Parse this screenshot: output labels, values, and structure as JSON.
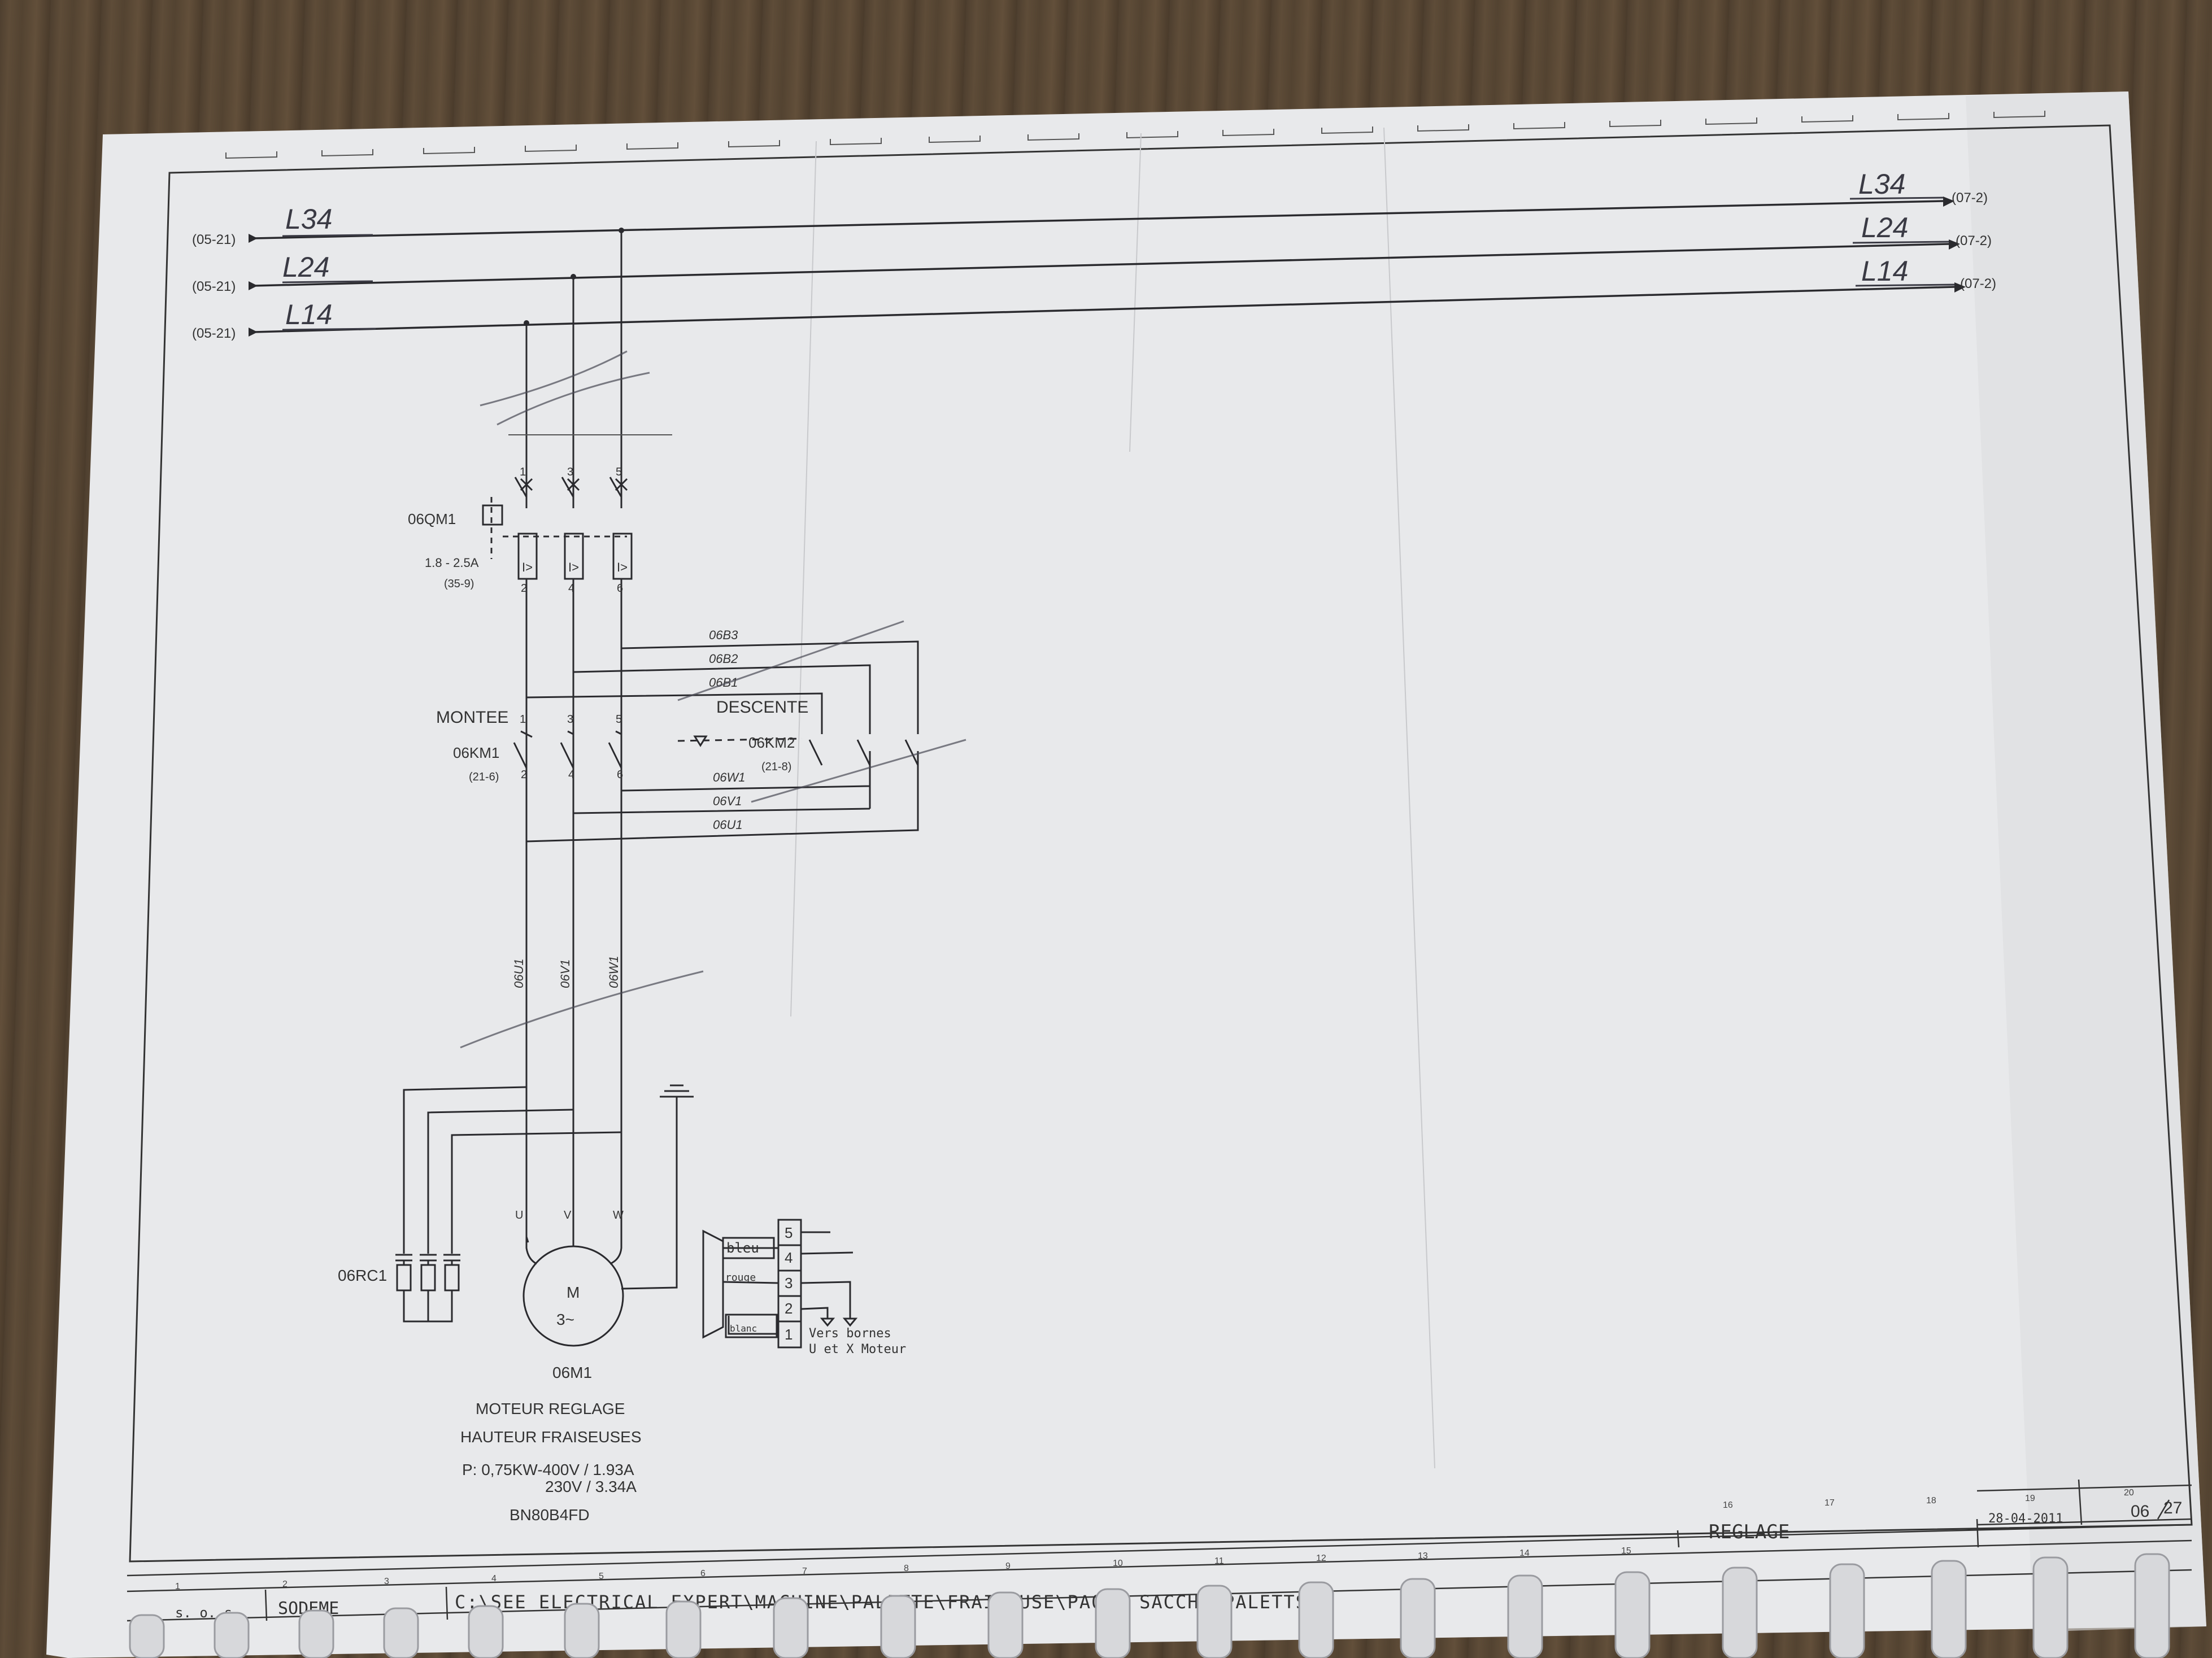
{
  "input_bus": {
    "from_ref": "(05-21)",
    "to_ref": "(07-2)",
    "lines": [
      "L34",
      "L24",
      "L14"
    ]
  },
  "breaker": {
    "id": "06QM1",
    "range": "1.8 - 2.5A",
    "ref": "(35-9)",
    "terminals_top": [
      "1",
      "3",
      "5"
    ],
    "terminals_bottom": [
      "2",
      "4",
      "6"
    ],
    "trip_symbol": "I>"
  },
  "contactor_up": {
    "label": "MONTEE",
    "id": "06KM1",
    "ref": "(21-6)",
    "terminals_top": [
      "1",
      "3",
      "5"
    ],
    "terminals_bottom": [
      "2",
      "4",
      "6"
    ]
  },
  "contactor_down": {
    "label": "DESCENTE",
    "id": "06KM2",
    "ref": "(21-8)"
  },
  "wire_labels_top": [
    "06B3",
    "06B2",
    "06B1"
  ],
  "wire_labels_bottom": [
    "06W1",
    "06V1",
    "06U1"
  ],
  "motor_cable_labels": [
    "06U1",
    "06V1",
    "06W1"
  ],
  "motor_terminals": [
    "U",
    "V",
    "W"
  ],
  "motor": {
    "symbol": "M",
    "phase": "3~",
    "id": "06M1",
    "title_line1": "MOTEUR REGLAGE",
    "title_line2": "HAUTEUR FRAISEUSES",
    "power_line1": "P: 0,75KW-400V / 1.93A",
    "power_line2": "230V / 3.34A",
    "model": "BN80B4FD"
  },
  "rc_filter": {
    "id": "06RC1"
  },
  "brake_terminal": {
    "numbers": [
      "5",
      "4",
      "3",
      "2",
      "1"
    ],
    "wire_colors": [
      "bleu",
      "rouge",
      "blanc"
    ],
    "note_line1": "Vers bornes",
    "note_line2": "U et X Moteur"
  },
  "title_block": {
    "company": "SODEME",
    "prefix": "s. o. s.",
    "path": "C:\\SEE ELECTRICAL EXPERT\\MACHINE\\PALETTE\\FRAISEUSE\\PA062 SACCHI PALETTS\\",
    "section": "REGLAGE",
    "date": "28-04-2011",
    "page": "06",
    "total": "27"
  },
  "column_numbers": [
    "1",
    "2",
    "3",
    "4",
    "5",
    "6",
    "7",
    "8",
    "9",
    "10",
    "11",
    "12",
    "13",
    "14",
    "15",
    "16",
    "17",
    "18",
    "19",
    "20"
  ],
  "colors": {
    "paper": "#e7e8ea",
    "ink": "#2a2a2e",
    "pencil": "#3a3a44",
    "desk": "#5a4a38"
  }
}
